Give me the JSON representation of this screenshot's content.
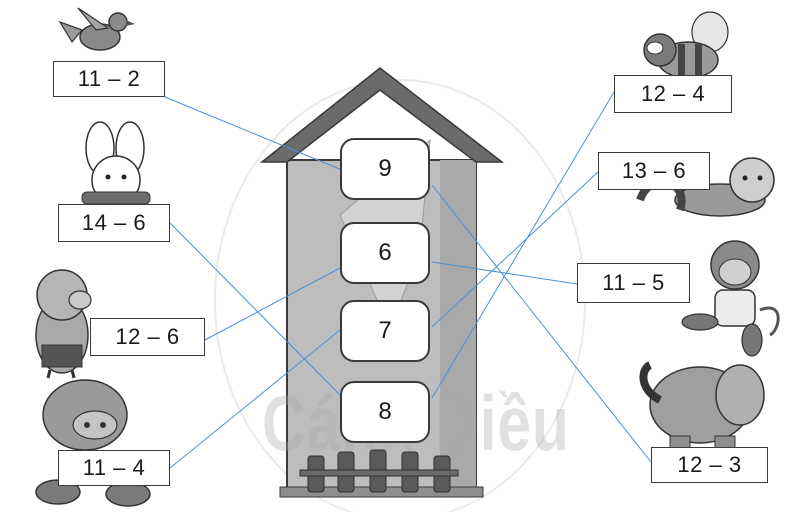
{
  "house_numbers": [
    "9",
    "6",
    "7",
    "8"
  ],
  "expressions": {
    "bird": "11 – 2",
    "rabbit": "14 – 6",
    "pig": "12 – 6",
    "cow": "11 – 4",
    "bee": "12 – 4",
    "cat": "13 – 6",
    "monkey": "11 – 5",
    "elephant": "12 – 3"
  },
  "watermark": "Cánh Diều",
  "colors": {
    "line": "#4a90d9",
    "house_fill": "#bdbdbd",
    "roof_fill": "#6b6b6b",
    "outline": "#3a3a3a"
  }
}
